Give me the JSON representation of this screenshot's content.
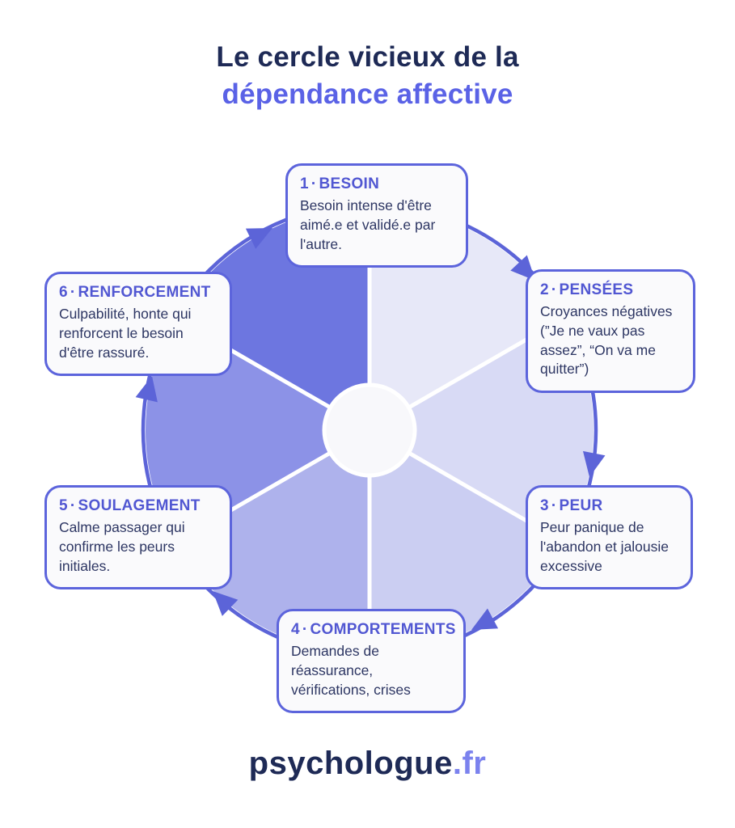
{
  "title": {
    "line1": "Le cercle vicieux de la",
    "line2": "dépendance affective"
  },
  "ui": {
    "dot": "·"
  },
  "steps": [
    {
      "number": "1",
      "label": "BESOIN",
      "text": "Besoin intense d'être aimé.e et validé.e par l'autre.",
      "color": "#e7e8f8"
    },
    {
      "number": "2",
      "label": "PENSÉES",
      "text": "Croyances négatives (”Je ne vaux pas assez”, “On va me quitter”)",
      "color": "#d8daf5"
    },
    {
      "number": "3",
      "label": "PEUR",
      "text": "Peur panique de l'abandon et jalousie excessive",
      "color": "#cbcef2"
    },
    {
      "number": "4",
      "label": "COMPORTEMENTS",
      "text": "Demandes de réassurance, vérifications, crises",
      "color": "#aeb2ec"
    },
    {
      "number": "5",
      "label": "SOULAGEMENT",
      "text": "Calme passager qui confirme les peurs initiales.",
      "color": "#8c92e7"
    },
    {
      "number": "6",
      "label": "RENFORCEMENT",
      "text": "Culpabilité, honte qui renforcent le besoin d'être rassuré.",
      "color": "#6d76e0"
    }
  ],
  "wheel": {
    "ring_color": "#5c64d8",
    "center_fill": "#f8f8fb",
    "separator_color": "#ffffff"
  },
  "footer": {
    "brand": "psychologue",
    "tld": ".fr"
  }
}
